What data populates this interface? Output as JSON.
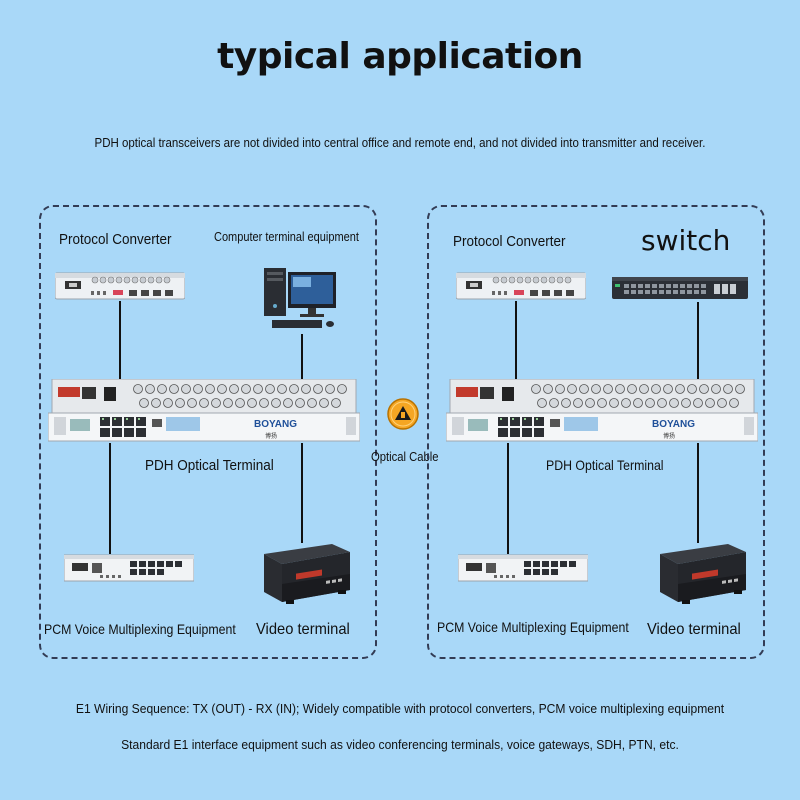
{
  "title": "typical application",
  "subtitle": "PDH optical transceivers are not divided into central office and remote end, and not divided into transmitter and receiver.",
  "left": {
    "protocol_converter": "Protocol Converter",
    "computer": "Computer terminal equipment",
    "pdh": "PDH Optical Terminal",
    "pcm": "PCM Voice Multiplexing Equipment",
    "video": "Video terminal"
  },
  "right": {
    "protocol_converter": "Protocol Converter",
    "switch": "switch",
    "pdh": "PDH Optical Terminal",
    "pcm": "PCM Voice Multiplexing Equipment",
    "video": "Video terminal"
  },
  "cable": "Optical Cable",
  "brand": {
    "name": "BOYANG",
    "sub": "博扬"
  },
  "footer": {
    "line1": "E1 Wiring Sequence: TX (OUT) - RX (IN); Widely compatible with protocol converters, PCM voice multiplexing equipment",
    "line2": "Standard E1 interface equipment such as video conferencing terminals, voice gateways, SDH, PTN, etc."
  },
  "colors": {
    "background": "#a9d8f8",
    "panel_border": "#333c55",
    "cable_icon": "#f5a623"
  }
}
